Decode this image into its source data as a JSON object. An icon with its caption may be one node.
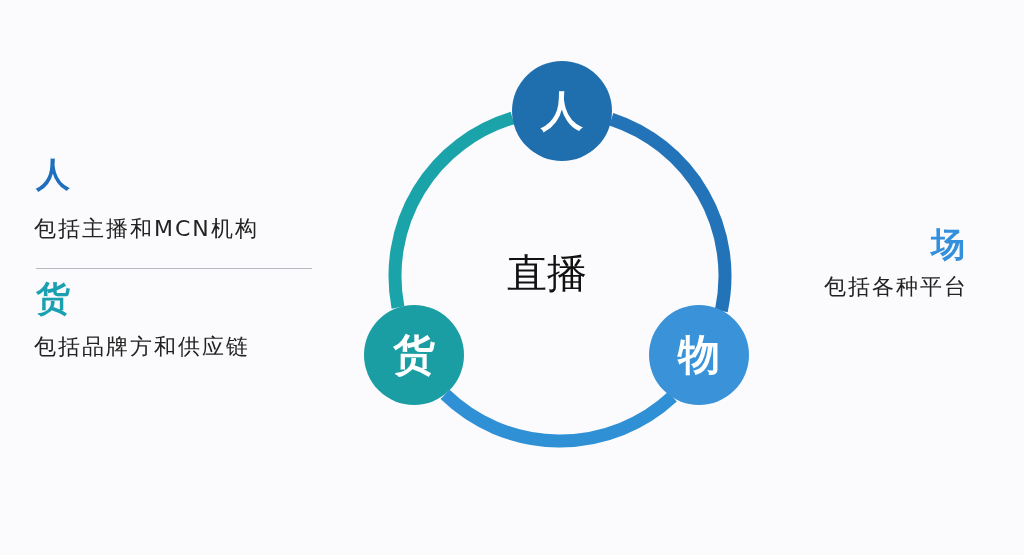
{
  "diagram": {
    "nodes": [
      {
        "text": [
          "人"
        ]
      },
      {
        "text": [
          "物"
        ]
      },
      {
        "text": [
          "货"
        ]
      }
    ],
    "edges": [
      {
        "from": 0,
        "to": 1,
        "arrow": "none",
        "color": "#2273b8"
      },
      {
        "from": 1,
        "to": 2,
        "arrow": "none",
        "color": "#2f90d6"
      },
      {
        "from": 2,
        "to": 0,
        "arrow": "none",
        "color": "#1ba3aa"
      }
    ],
    "labels": [
      "人",
      "包括主播和MCN机构",
      "货",
      "包括品牌方和供应链",
      "场",
      "包括各种平台",
      "直播"
    ]
  }
}
